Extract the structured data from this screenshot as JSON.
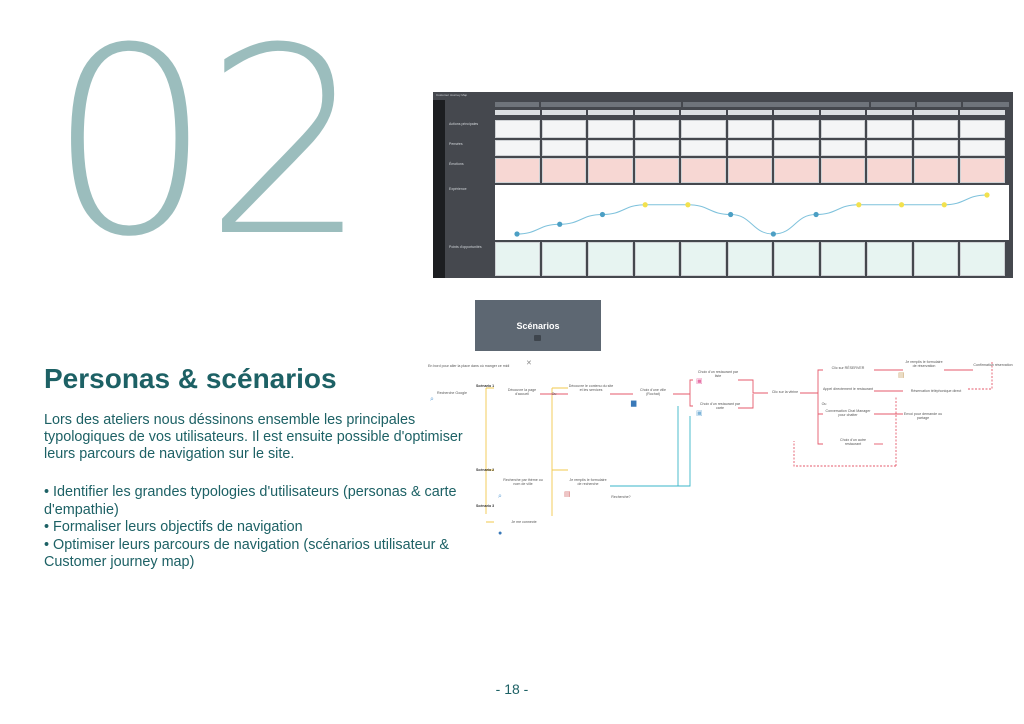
{
  "chapter_number": "02",
  "journey_map": {
    "title": "Customer Journey Map",
    "rows": [
      "Actions principales",
      "Pensées",
      "Émotions",
      "Expérience",
      "Points d'opportunités"
    ],
    "emotion_points": [
      1,
      2,
      3,
      4,
      4,
      3,
      1,
      3,
      4,
      4,
      4,
      5
    ],
    "colors": {
      "line": "#7fc2dc",
      "line_low": "#4c9fc4",
      "line_high": "#f2e14e"
    }
  },
  "scenarios": {
    "header": "Scénarios",
    "intro": "En bord pour aller la place dans où manger ce midi",
    "start": "Recherche Google",
    "scenario_1": "Scénario 1",
    "scenario_2": "Scénario 2",
    "scenario_3": "Scénario 3",
    "steps": {
      "s1a": "Découvre la page d'accueil",
      "s1b": "Découvre le contenu du site et les services",
      "s1c": "Choix d'une ville (Rochat)",
      "s2a": "Recherche par thème ou nom de ville",
      "s2b": "Je remplis le formulaire de recherche",
      "s3a": "Je me connecte",
      "list": "Choix d'un restaurant par liste",
      "map": "Choix d'un restaurant par carte",
      "click": "Clic sur la vitrine",
      "reserve": "Clic sur RÉSERVER",
      "form": "Je remplis le formulaire de réservation",
      "confirm": "Confirmation réservation",
      "call": "Appel directement le restaurant",
      "phone": "Réservation téléphonique direct",
      "chat": "Conversation Chat Manager pour chatter",
      "share": "Envoi pour demande ou partage",
      "other": "Choix d'un autre restaurant",
      "search_again": "Recherche?",
      "or": "Ou"
    }
  },
  "section_title": "Personas & scénarios",
  "paragraph": "Lors des ateliers nous déssinons ensemble les principales typologiques de vos utilisateurs. Il est ensuite possible d'optimiser leurs parcours de navigation sur le site.",
  "bullets": [
    "Identifier les grandes typologies d'utilisateurs (personas & carte d'empathie)",
    "Formaliser leurs objectifs de navigation",
    "Optimiser leurs parcours de navigation (scénarios utilisateur & Customer journey map)"
  ],
  "bullet_symbol": "•",
  "page_number": "- 18 -"
}
